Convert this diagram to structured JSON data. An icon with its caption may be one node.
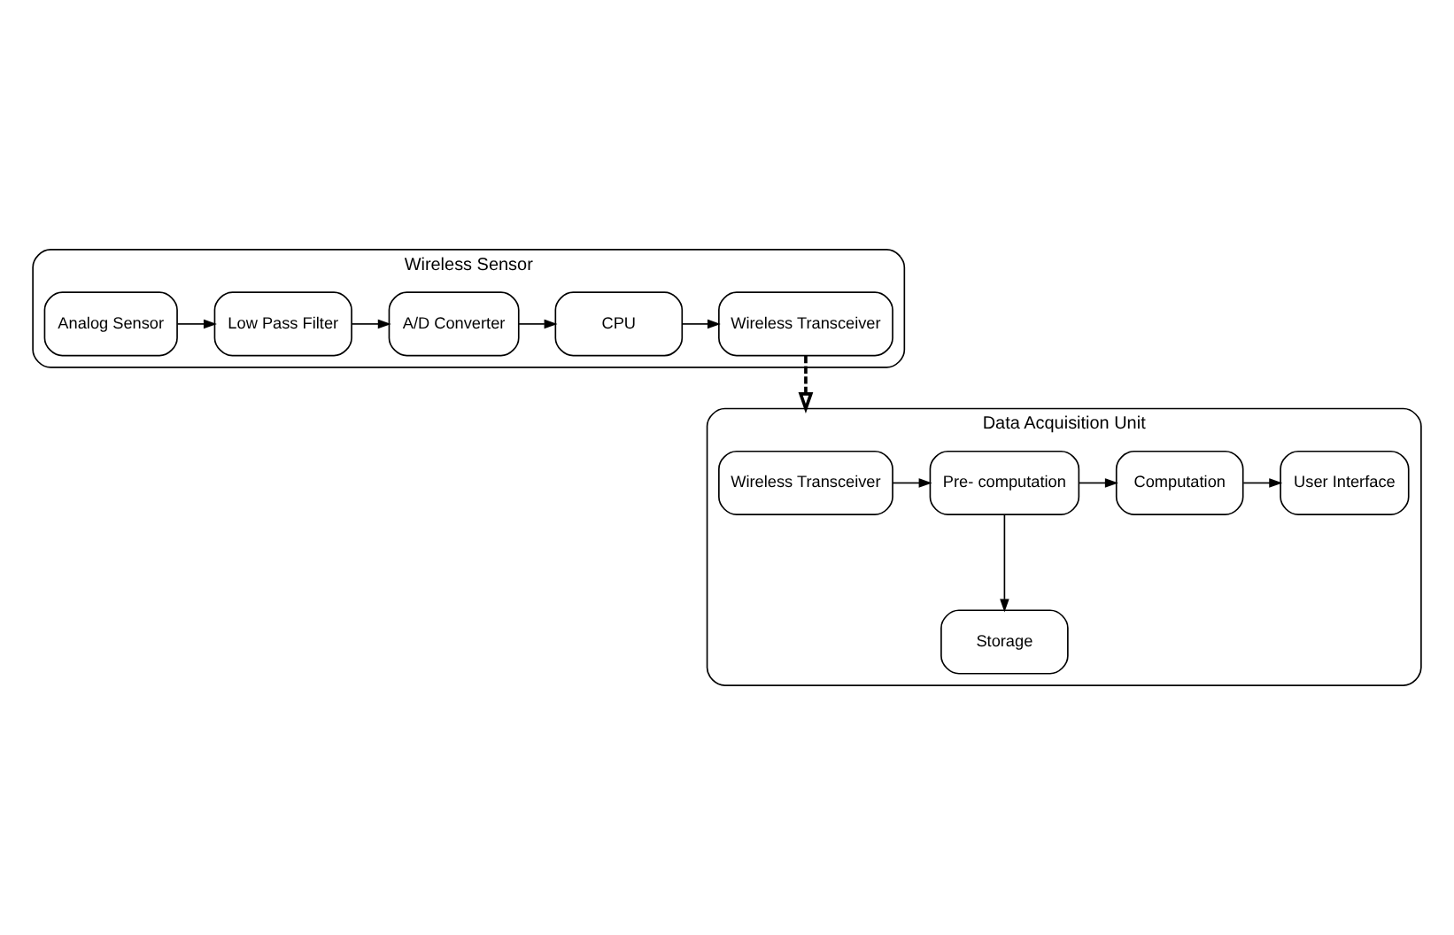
{
  "diagram": {
    "nodes": [
      {
        "text": [
          "Wireless Sensor"
        ]
      },
      {
        "text": [
          "Analog Sensor"
        ],
        "in": 0
      },
      {
        "text": [
          "Low Pass Filter"
        ],
        "in": 0
      },
      {
        "text": [
          "A/D Converter"
        ],
        "in": 0
      },
      {
        "text": [
          "CPU"
        ],
        "in": 0
      },
      {
        "text": [
          "Wireless Transceiver"
        ],
        "in": 0
      },
      {
        "text": [
          "Data Acquisition Unit"
        ]
      },
      {
        "text": [
          "Wireless Transceiver"
        ],
        "in": 6
      },
      {
        "text": [
          "Pre- computation"
        ],
        "in": 6
      },
      {
        "text": [
          "Computation"
        ],
        "in": 6
      },
      {
        "text": [
          "User Interface"
        ],
        "in": 6
      },
      {
        "text": [
          "Storage"
        ],
        "in": 6
      }
    ],
    "edges": [
      {
        "from": 1,
        "to": 2,
        "arrow": "to"
      },
      {
        "from": 2,
        "to": 3,
        "arrow": "to"
      },
      {
        "from": 3,
        "to": 4,
        "arrow": "to"
      },
      {
        "from": 4,
        "to": 5,
        "arrow": "to"
      },
      {
        "from": 5,
        "to": 6,
        "arrow": "to",
        "style": "dashed"
      },
      {
        "from": 7,
        "to": 8,
        "arrow": "to"
      },
      {
        "from": 8,
        "to": 9,
        "arrow": "to"
      },
      {
        "from": 9,
        "to": 10,
        "arrow": "to"
      },
      {
        "from": 8,
        "to": 11,
        "arrow": "to"
      }
    ]
  }
}
